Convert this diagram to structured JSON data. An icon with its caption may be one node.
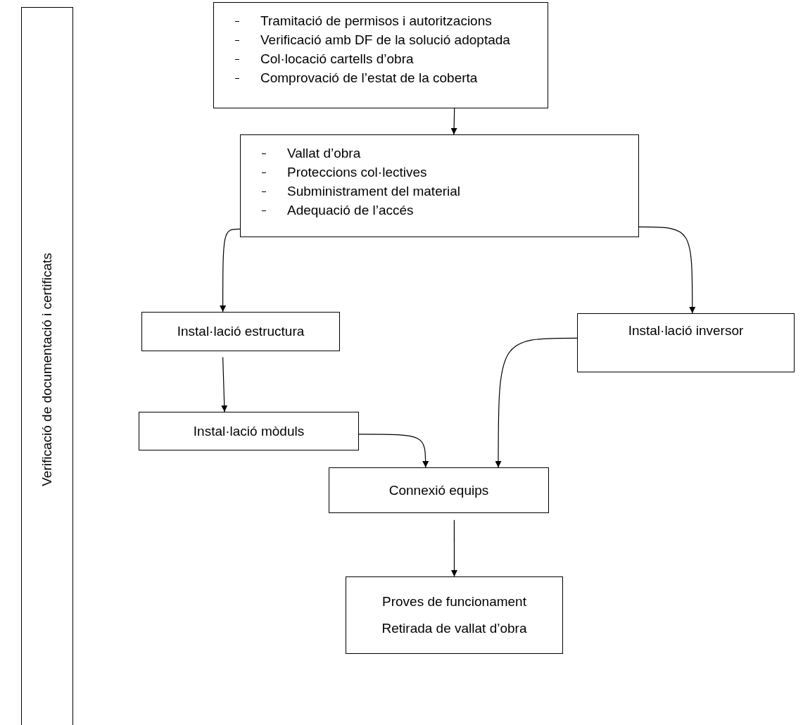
{
  "diagram": {
    "nodes": [
      {
        "text": [
          "Verificació de documentació i certificats"
        ]
      },
      {
        "text": [
          "Tramitació de permisos i autoritzacions",
          "Verificació amb DF de la solució adoptada",
          "Col·locació cartells d’obra",
          "Comprovació de l’estat de la coberta"
        ]
      },
      {
        "text": [
          "Vallat d’obra",
          "Proteccions col·lectives",
          "Subministrament del material",
          "Adequació de l’accés"
        ]
      },
      {
        "text": [
          "Instal·lació estructura"
        ]
      },
      {
        "text": [
          "Instal·lació inversor"
        ]
      },
      {
        "text": [
          "Instal·lació mòduls"
        ]
      },
      {
        "text": [
          "Connexió equips"
        ]
      },
      {
        "text": [
          "Proves de funcionament",
          "Retirada de vallat d’obra"
        ]
      }
    ],
    "edges": [
      {
        "from": 1,
        "to": 2,
        "arrow": "to"
      },
      {
        "from": 2,
        "to": 3,
        "arrow": "to"
      },
      {
        "from": 2,
        "to": 4,
        "arrow": "to"
      },
      {
        "from": 3,
        "to": 5,
        "arrow": "to"
      },
      {
        "from": 5,
        "to": 6,
        "arrow": "to"
      },
      {
        "from": 4,
        "to": 6,
        "arrow": "to"
      },
      {
        "from": 6,
        "to": 7,
        "arrow": "to"
      }
    ]
  }
}
